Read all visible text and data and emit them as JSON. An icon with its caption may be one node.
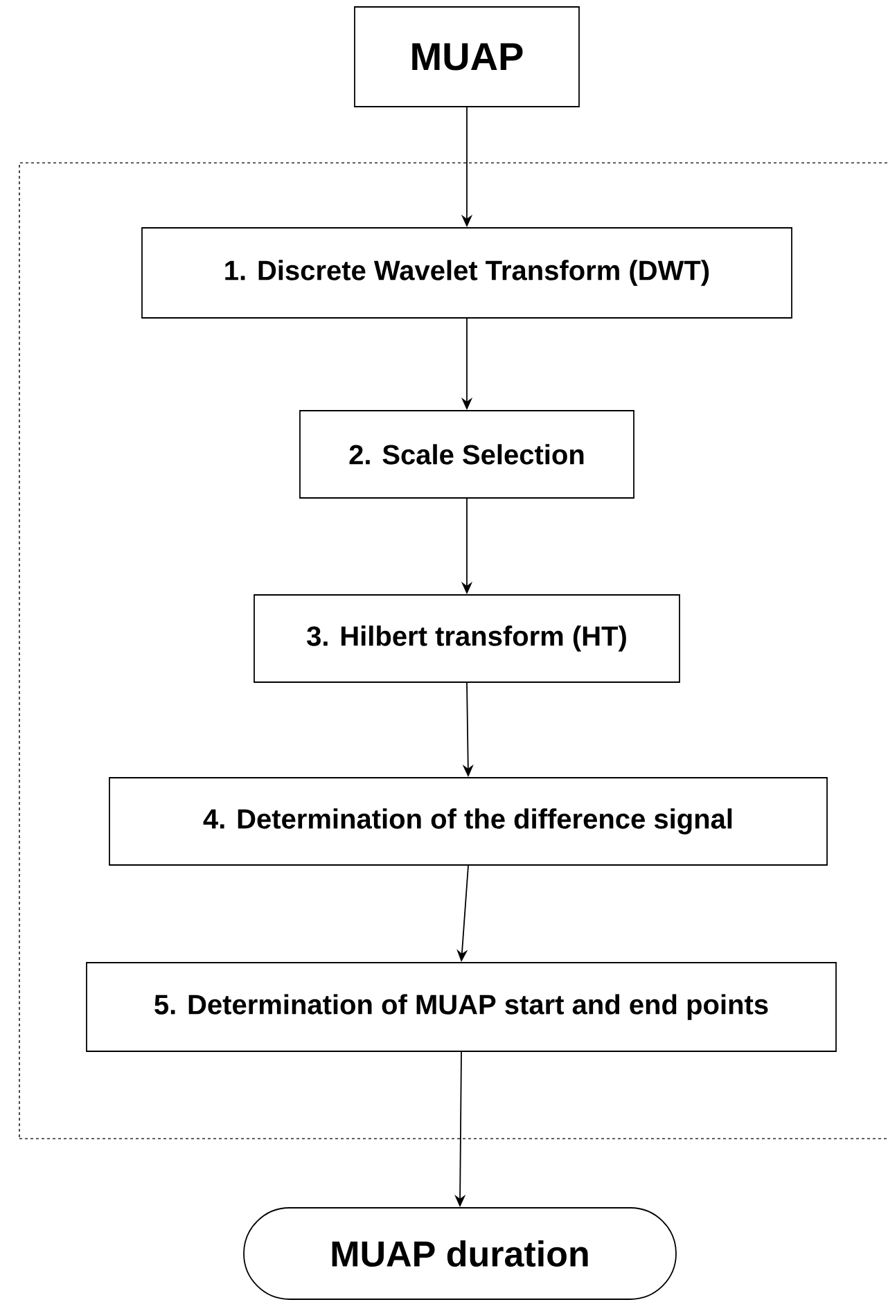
{
  "diagram": {
    "nodes": [
      {
        "text": [
          "MUAP"
        ]
      },
      {
        "text": [],
        "shape": "box"
      },
      {
        "text": [
          "1. Discrete Wavelet Transform (DWT)"
        ],
        "in": 1
      },
      {
        "text": [
          "2. Scale Selection"
        ],
        "in": 1
      },
      {
        "text": [
          "3. Hilbert transform (HT)"
        ],
        "in": 1
      },
      {
        "text": [
          "4. Determination of the difference signal"
        ],
        "in": 1
      },
      {
        "text": [
          "5. Determination of MUAP start and end points"
        ],
        "in": 1
      },
      {
        "text": [
          "MUAP duration"
        ]
      }
    ],
    "edges": [
      {
        "from": 0,
        "to": 2,
        "arrow": "to"
      },
      {
        "from": 2,
        "to": 3,
        "arrow": "to"
      },
      {
        "from": 3,
        "to": 4,
        "arrow": "to"
      },
      {
        "from": 4,
        "to": 5,
        "arrow": "to"
      },
      {
        "from": 5,
        "to": 6,
        "arrow": "to"
      },
      {
        "from": 6,
        "to": 7,
        "arrow": "to"
      }
    ]
  }
}
